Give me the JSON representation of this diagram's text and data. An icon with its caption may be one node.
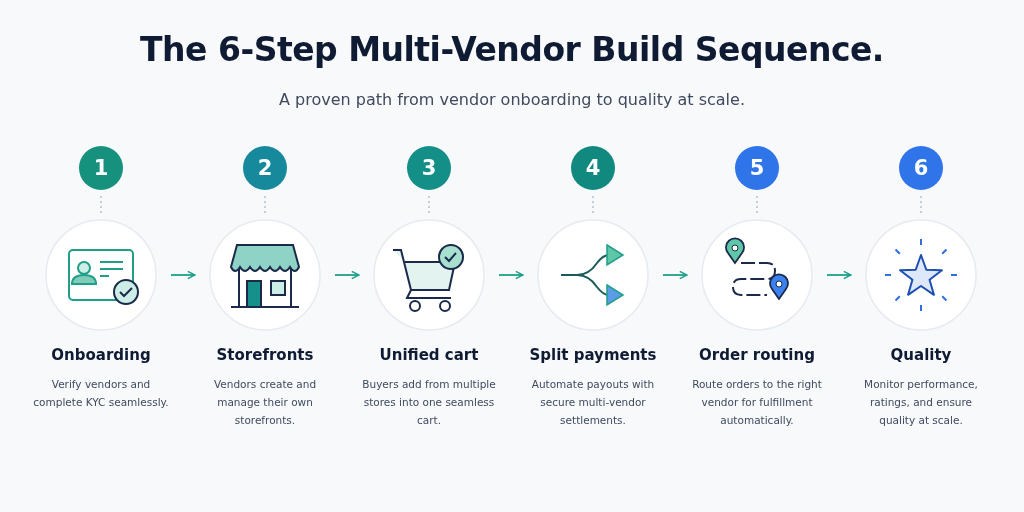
{
  "diagram": {
    "title": "The 6-Step Multi-Vendor Build Sequence.",
    "caption": "A proven path from vendor onboarding to quality at scale.",
    "nodes": [
      {
        "text": [
          "1"
        ]
      },
      {
        "text": [
          "Onboarding",
          "Verify vendors and complete KYC seamlessly."
        ]
      },
      {
        "text": [
          "2"
        ]
      },
      {
        "text": [
          "Storefronts",
          "Vendors create and manage their own storefronts."
        ]
      },
      {
        "text": [
          "3"
        ]
      },
      {
        "text": [
          "Unified cart",
          "Buyers add from multiple stores into one seamless cart."
        ]
      },
      {
        "text": [
          "4"
        ]
      },
      {
        "text": [
          "Split payments",
          "Automate payouts with secure multi-vendor settlements."
        ]
      },
      {
        "text": [
          "5"
        ]
      },
      {
        "text": [
          "Order routing",
          "Route orders to the right vendor for fulfillment automatically."
        ]
      },
      {
        "text": [
          "6"
        ]
      },
      {
        "text": [
          "Quality",
          "Monitor performance, ratings, and ensure quality at scale."
        ]
      }
    ],
    "edges": [
      {
        "from": 0,
        "to": 1,
        "arrow": "none",
        "style": "dashed"
      },
      {
        "from": 2,
        "to": 3,
        "arrow": "none",
        "style": "dashed"
      },
      {
        "from": 4,
        "to": 5,
        "arrow": "none",
        "style": "dashed"
      },
      {
        "from": 6,
        "to": 7,
        "arrow": "none",
        "style": "dashed"
      },
      {
        "from": 8,
        "to": 9,
        "arrow": "none",
        "style": "dashed"
      },
      {
        "from": 10,
        "to": 11,
        "arrow": "none",
        "style": "dashed"
      },
      {
        "from": 1,
        "to": 3,
        "arrow": "to",
        "color": "#1f9e8a"
      },
      {
        "from": 3,
        "to": 5,
        "arrow": "to",
        "color": "#1f9e8a"
      },
      {
        "from": 5,
        "to": 7,
        "arrow": "to",
        "color": "#1f9e8a"
      },
      {
        "from": 7,
        "to": 9,
        "arrow": "to",
        "color": "#1f9e8a"
      },
      {
        "from": 9,
        "to": 11,
        "arrow": "to",
        "color": "#1f9e8a"
      }
    ]
  }
}
